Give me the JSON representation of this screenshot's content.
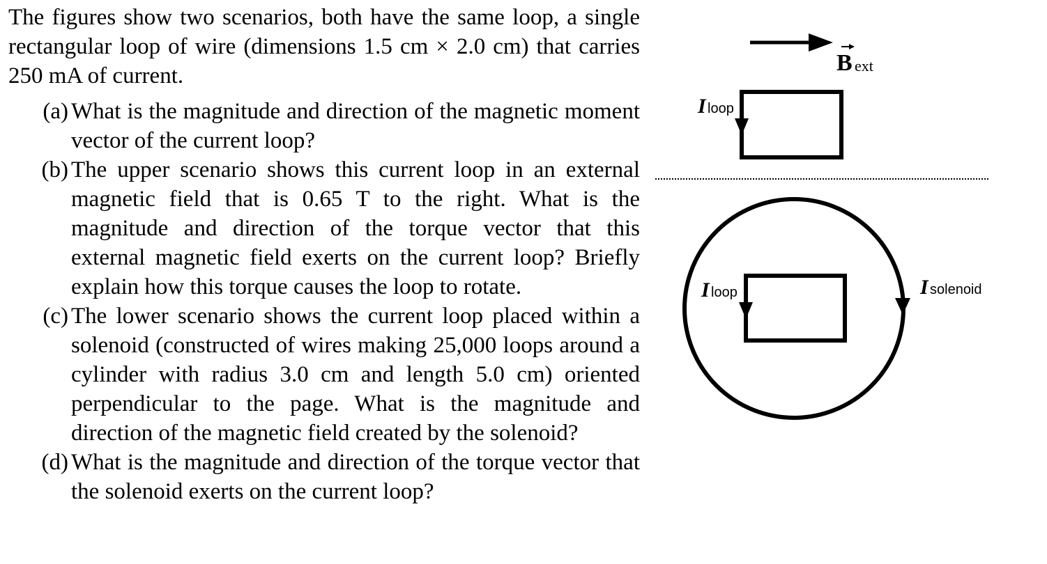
{
  "problem": {
    "intro": "The figures show two scenarios, both have the same loop, a single rectangular loop of wire (dimensions 1.5 cm × 2.0 cm) that carries 250 mA of current.",
    "parts": [
      {
        "label": "(a)",
        "text": "What is the magnitude and direction of the magnetic moment vector of the current loop?"
      },
      {
        "label": "(b)",
        "text": "The upper scenario shows this current loop in an external magnetic field that is 0.65 T to the right. What is the magnitude and direction of the torque vector that this external magnetic field exerts on the current loop? Briefly explain how this torque causes the loop to rotate."
      },
      {
        "label": "(c)",
        "text": "The lower scenario shows the current loop placed within a solenoid (constructed of wires making 25,000 loops around a cylinder with radius 3.0 cm and length 5.0 cm) oriented perpendicular to the page. What is the magnitude and direction of the magnetic field created by the solenoid?"
      },
      {
        "label": "(d)",
        "text": "What is the magnitude and direction of the torque vector that the solenoid exerts on the current loop?"
      }
    ]
  },
  "figure": {
    "upper": {
      "field_symbol": "B",
      "field_subscript": "ext",
      "current_symbol": "I",
      "current_subscript": "loop"
    },
    "lower": {
      "loop_current_symbol": "I",
      "loop_current_subscript": "loop",
      "solenoid_current_symbol": "I",
      "solenoid_current_subscript": "solenoid"
    },
    "colors": {
      "ink": "#000000",
      "background": "#ffffff"
    }
  }
}
